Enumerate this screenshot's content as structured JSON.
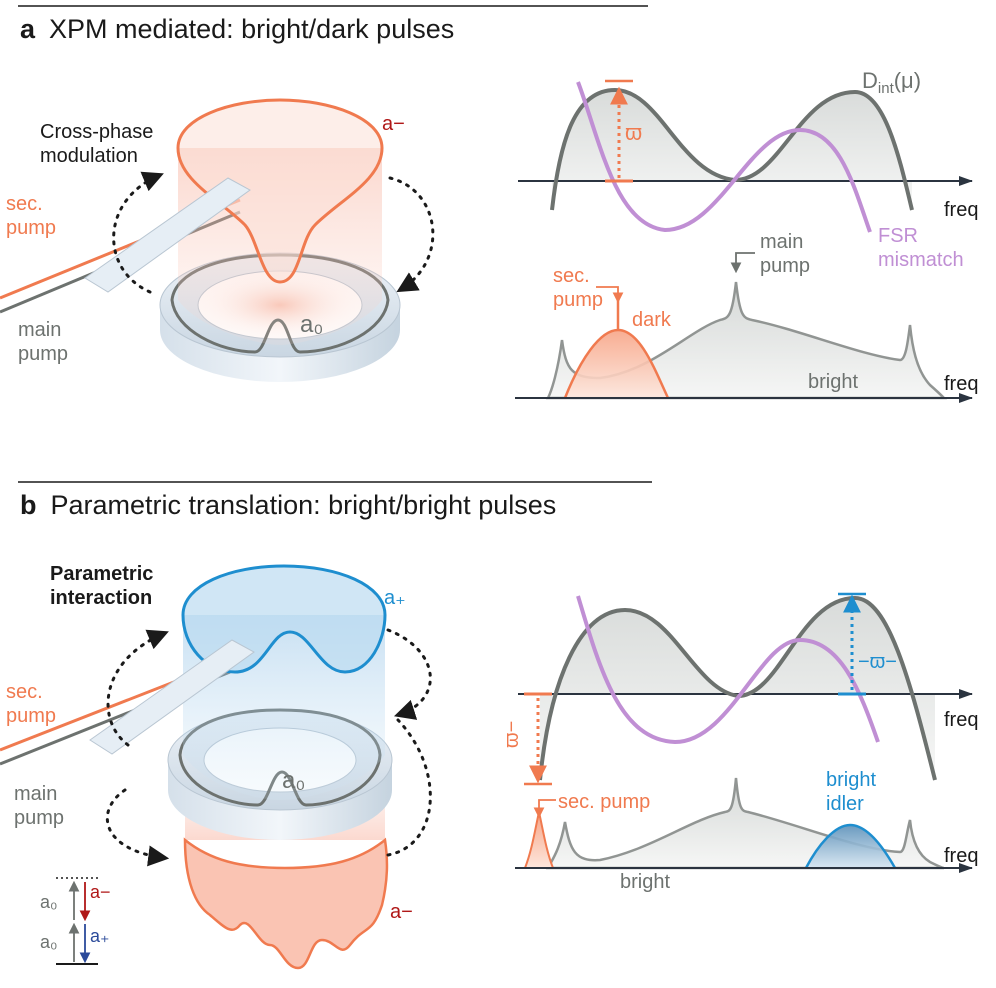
{
  "panel_a": {
    "letter": "a",
    "title": "XPM mediated: bright/dark pulses",
    "label_xpm": [
      "Cross-phase",
      "modulation"
    ],
    "label_sec_pump": [
      "sec.",
      "pump"
    ],
    "label_main_pump": [
      "main",
      "pump"
    ],
    "label_a_minus": "a−",
    "label_a0": "a₀",
    "dint_label": "D",
    "dint_sub": "int",
    "dint_arg": "(μ)",
    "omega": "ϖ",
    "freq": "freq",
    "fsr_label": [
      "FSR",
      "mismatch"
    ],
    "spec_main_pump": [
      "main",
      "pump"
    ],
    "spec_sec_pump": [
      "sec.",
      "pump"
    ],
    "spec_dark": "dark",
    "spec_bright": "bright"
  },
  "panel_b": {
    "letter": "b",
    "title": "Parametric translation: bright/bright pulses",
    "label_param": [
      "Parametric",
      "interaction"
    ],
    "label_sec_pump": [
      "sec.",
      "pump"
    ],
    "label_main_pump": [
      "main",
      "pump"
    ],
    "label_a_plus": "a₊",
    "label_a_minus": "a−",
    "label_a0": "a₀",
    "omega_minus": "ϖ−",
    "neg_omega_minus": "−ϖ−",
    "freq": "freq",
    "spec_sec_pump": "sec. pump",
    "spec_bright": "bright",
    "spec_idler": [
      "bright",
      "idler"
    ],
    "level_a0_top": "a₀",
    "level_a0_bot": "a₀",
    "level_a_minus": "a−",
    "level_a_plus": "a₊"
  },
  "colors": {
    "gray": "#6d726f",
    "orange": "#f07a4f",
    "blue": "#1e8ecf",
    "purple": "#c08fd4",
    "red": "#b01818"
  }
}
